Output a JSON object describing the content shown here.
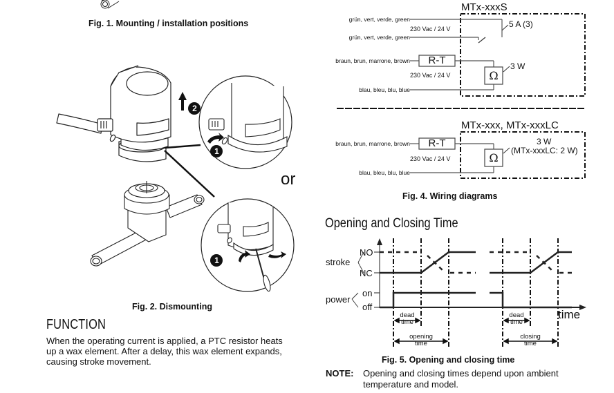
{
  "left_column": {
    "fig1_caption": "Fig. 1. Mounting / installation positions",
    "fig2_caption": "Fig. 2. Dismounting",
    "fig2_or_label": "or",
    "fig2_step_badges": [
      "2",
      "1",
      "1"
    ],
    "function_heading": "FUNCTION",
    "function_text_lines": [
      "When the operating current is applied, a PTC resistor heats",
      "up a wax element. After a delay, this wax element expands,",
      "causing stroke movement."
    ]
  },
  "wiring": {
    "caption": "Fig. 4. Wiring diagrams",
    "diagram_s": {
      "model": "MTx-xxxS",
      "wires": [
        "grün, vert, verde, green",
        "grün, vert, verde, green",
        "braun, brun, marrone, brown",
        "blau, bleu, blu, blue"
      ],
      "voltage_labels": [
        "230 Vac / 24 V",
        "230 Vac / 24 V"
      ],
      "rt_label": "R-T",
      "switch_rating": "5 A (3)",
      "resistor_symbol": "Ω",
      "power_rating": "3 W"
    },
    "diagram_lc": {
      "model": "MTx-xxx, MTx-xxxLC",
      "wires": [
        "braun, brun, marrone, brown",
        "blau, bleu, blu, blue"
      ],
      "voltage_label": "230 Vac / 24 V",
      "rt_label": "R-T",
      "resistor_symbol": "Ω",
      "power_rating_line1": "3 W",
      "power_rating_line2": "(MTx-xxxLC: 2 W)"
    }
  },
  "timing": {
    "heading": "Opening and Closing Time",
    "caption": "Fig. 5. Opening and closing time",
    "labels": {
      "stroke": "stroke",
      "no": "NO",
      "nc": "NC",
      "power": "power",
      "on": "on",
      "off": "off",
      "time_axis": "time",
      "dead_time_1": [
        "dead",
        "time"
      ],
      "opening_time": [
        "opening",
        "time"
      ],
      "dead_time_2": [
        "dead",
        "time"
      ],
      "closing_time": [
        "closing",
        "time"
      ]
    },
    "note_label": "NOTE:",
    "note_lines": [
      "Opening and closing times depend upon ambient",
      "temperature and model."
    ]
  }
}
